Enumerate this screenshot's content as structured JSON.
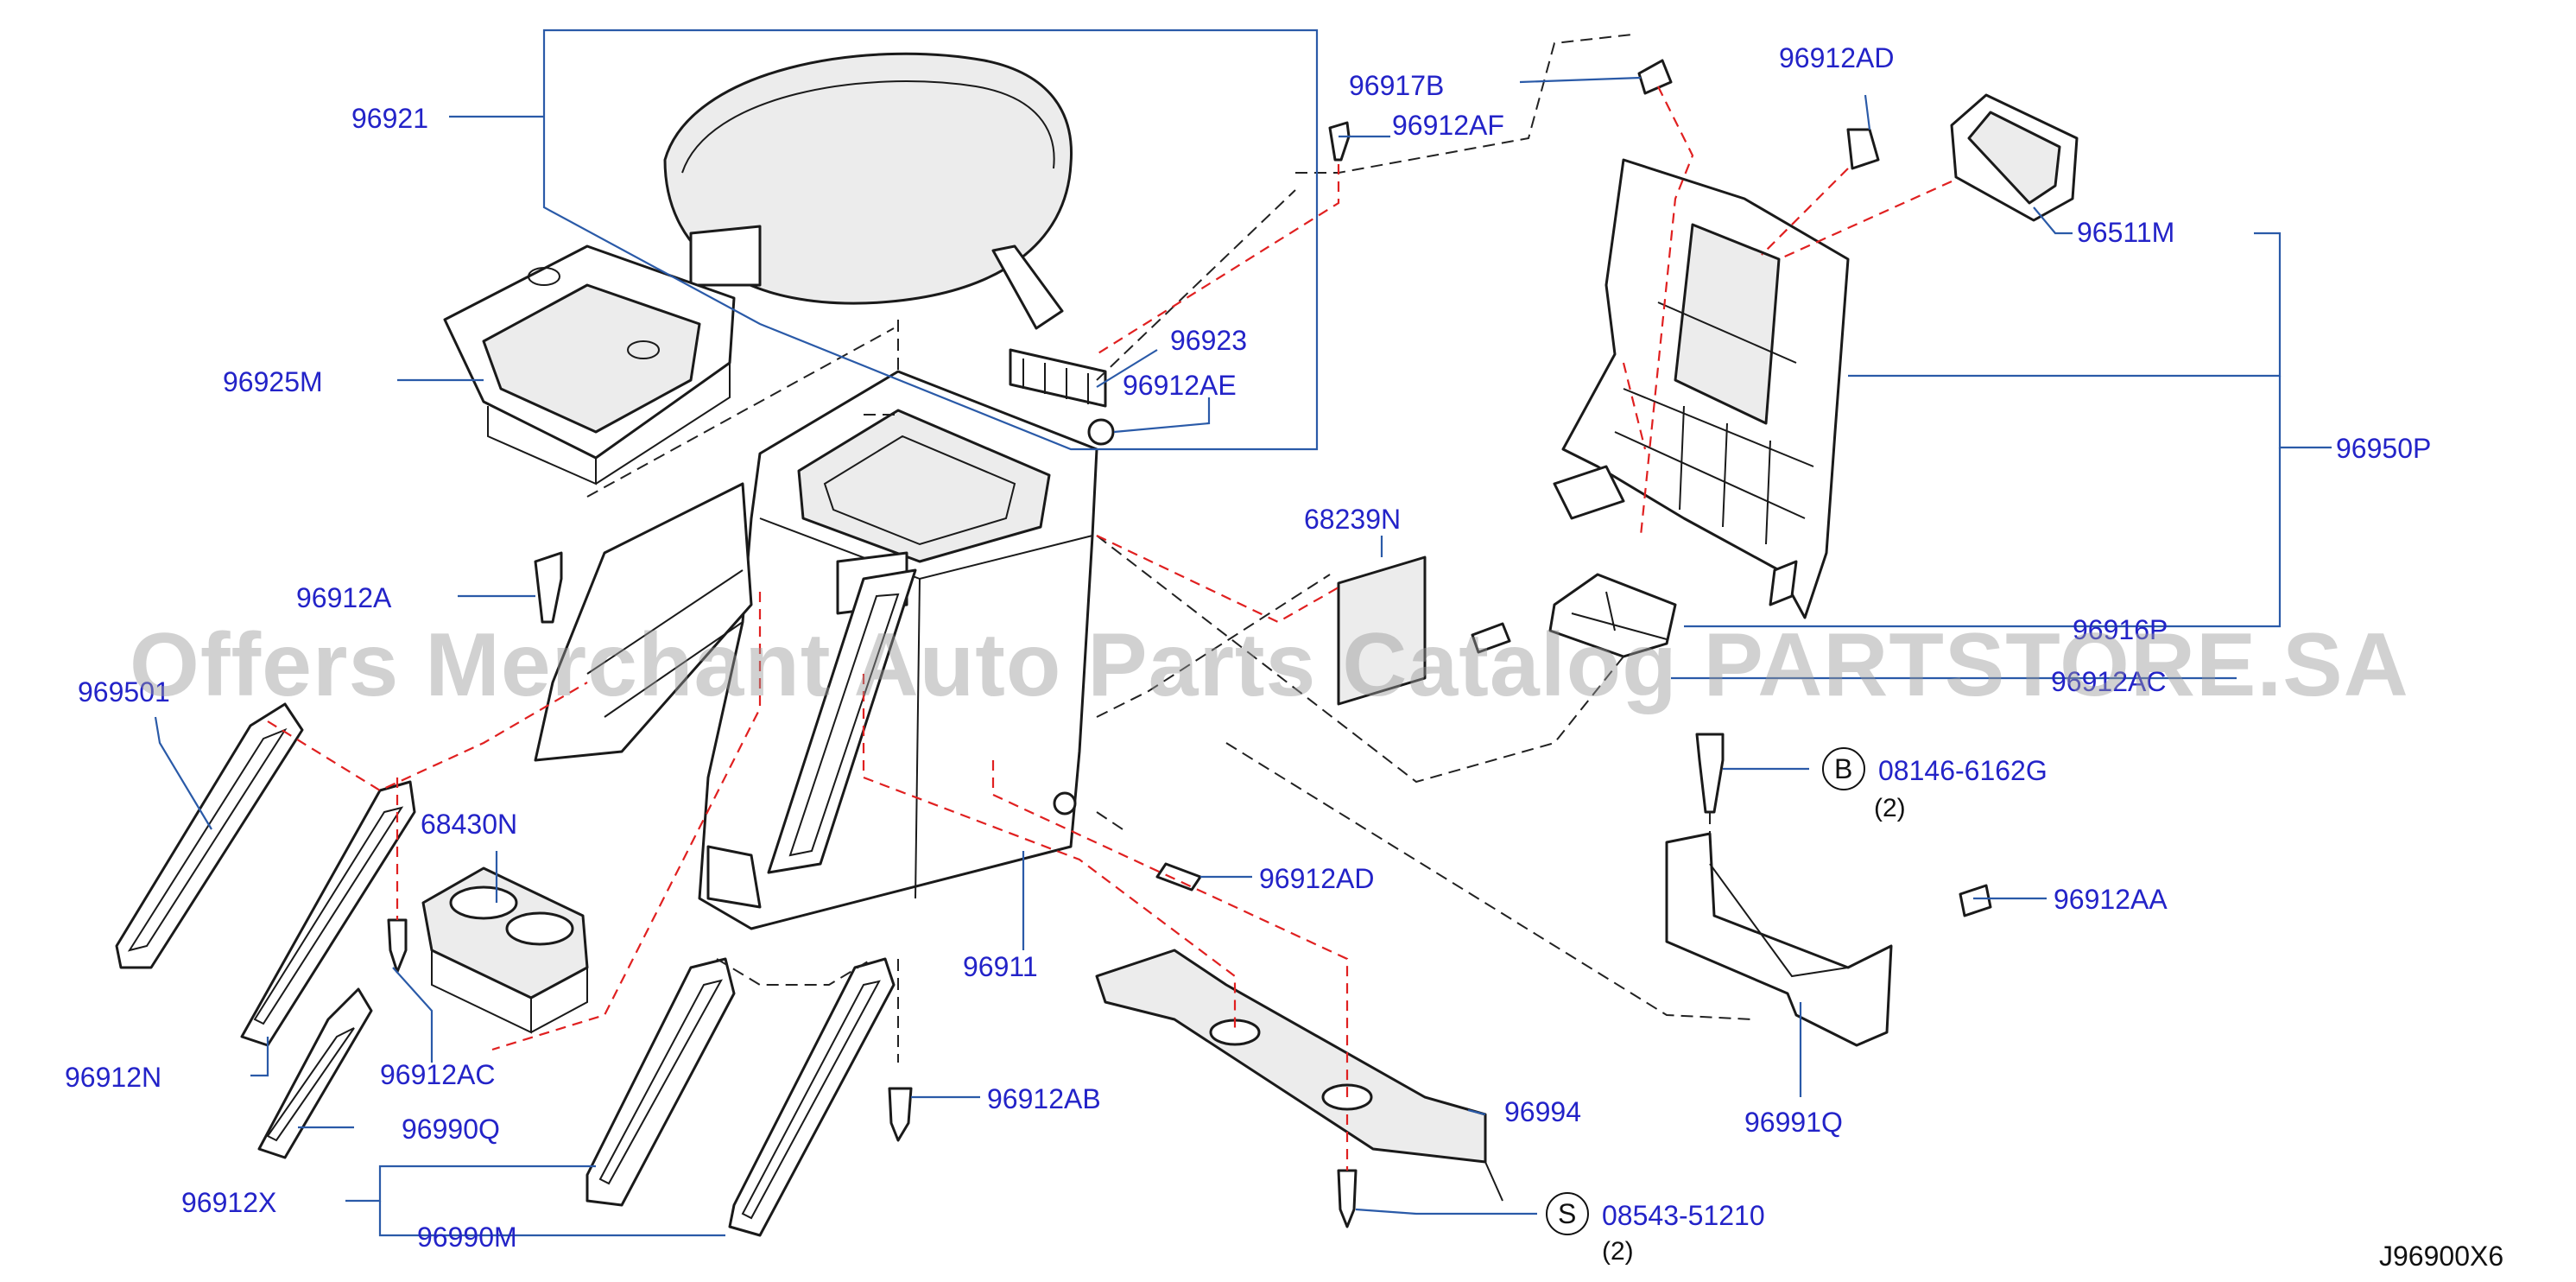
{
  "diagram_code": "J96900X6",
  "watermark": "Offers Merchant Auto Parts Catalog PARTSTORE.SA",
  "labels": {
    "p96921": "96921",
    "p96917B": "96917B",
    "p96912AF": "96912AF",
    "p96912AD_top": "96912AD",
    "p96511M": "96511M",
    "p96925M": "96925M",
    "p96923": "96923",
    "p96912AE": "96912AE",
    "p96950P": "96950P",
    "p68239N": "68239N",
    "p96912A": "96912A",
    "p96950F": "969501",
    "p96916P": "96916P",
    "p96912AC_r": "96912AC",
    "p08146": "08146-6162G",
    "p08146_qty": "(2)",
    "p68430N": "68430N",
    "p96912AD_mid": "96912AD",
    "p96912AA": "96912AA",
    "p96911": "96911",
    "p96912N": "96912N",
    "p96912AC_l": "96912AC",
    "p96990Q": "96990Q",
    "p96912AB": "96912AB",
    "p96994": "96994",
    "p96991Q": "96991Q",
    "p96912X": "96912X",
    "p96990M": "96990M",
    "p08543": "08543-51210",
    "p08543_qty": "(2)"
  },
  "callouts": {
    "b": "B",
    "s": "S"
  },
  "colors": {
    "label": "#2323c8",
    "leader": "#2a5aa8",
    "red_dash": "#e02020",
    "line": "#1a1a1a"
  }
}
